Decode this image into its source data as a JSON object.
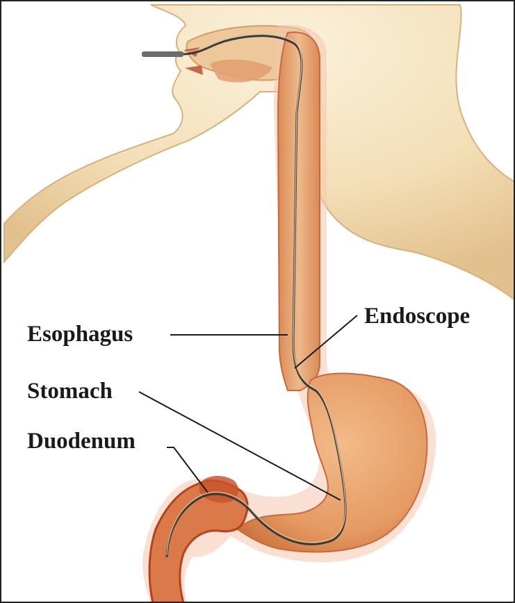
{
  "labels": {
    "endoscope": "Endoscope",
    "esophagus": "Esophagus",
    "stomach": "Stomach",
    "duodenum": "Duodenum"
  },
  "colors": {
    "skin": "#f6e6c4",
    "skin_shadow": "#d9b682",
    "tissue": "#e8a36a",
    "tissue_dark": "#c9683a",
    "duodenum_red": "#b7401f",
    "outline_glow": "#f4c7ad",
    "leader_line": "#1a1a1a",
    "endoscope_tube": "#3b3b3b"
  }
}
